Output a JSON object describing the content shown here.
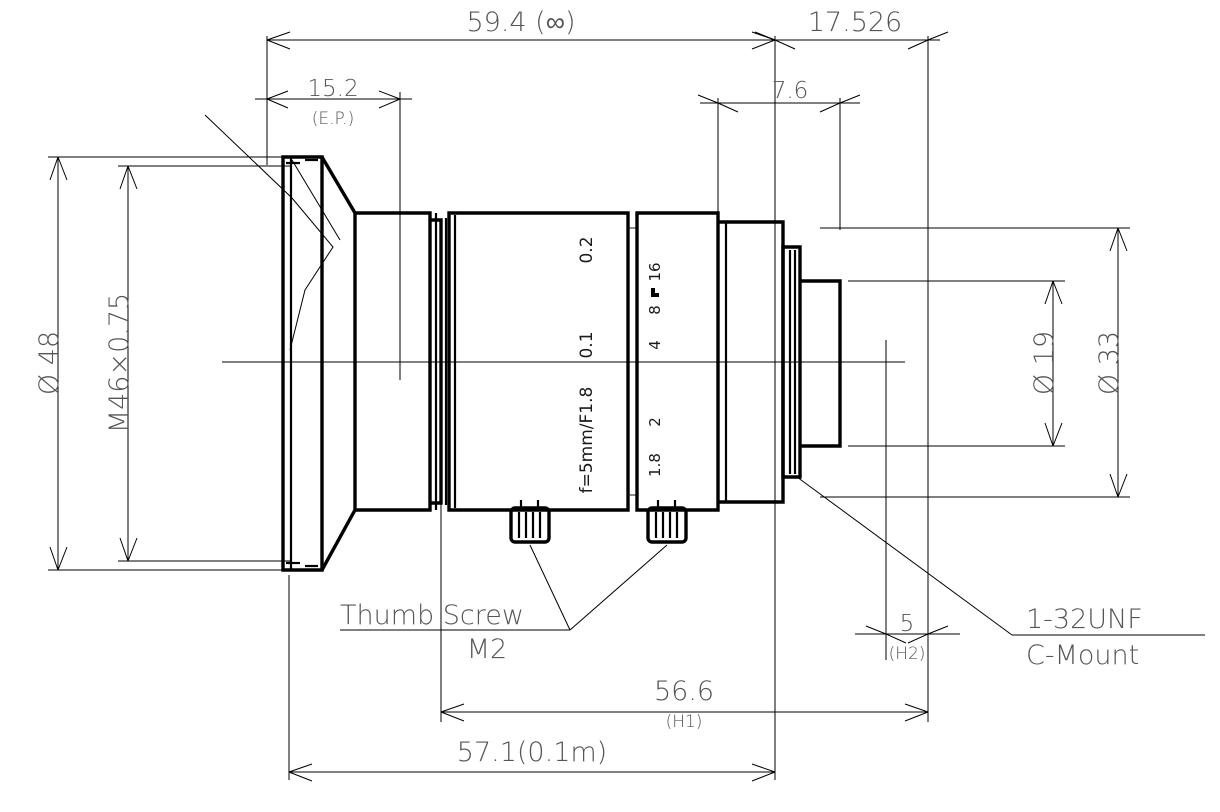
{
  "drawing": {
    "title": "C-Mount Machine Vision Lens Outline Drawing",
    "type": "mechanical-outline-drawing",
    "units": "mm",
    "line_color": "#000000",
    "text_color": "#555555",
    "background": "#ffffff"
  },
  "dimensions": {
    "overall_infinity": "59.4 (∞)",
    "back_section": "17.526",
    "entrance_pupil": "15.2",
    "entrance_pupil_note": "(E.P.)",
    "flange_offset": "7.6",
    "front_thread": "M46×0.75",
    "front_diameter": "Ø 48",
    "rear_diameter": "Ø 33",
    "mount_diameter": "Ø 19",
    "mount_length": "5",
    "mount_length_note": "(H2)",
    "housing_length": "56.6",
    "housing_length_note": "(H1)",
    "overall_close_focus": "57.1(0.1m)"
  },
  "callouts": {
    "thumb_screw_line1": "Thumb Screw",
    "thumb_screw_line2": "M2",
    "mount_line1": "1-32UNF",
    "mount_line2": "C-Mount"
  },
  "barrel_markings": {
    "spec": "f=5mm/F1.8",
    "focus_scale": [
      "0.1",
      "0.2"
    ],
    "aperture_scale": [
      "1.8",
      "2",
      "4",
      "8",
      "16"
    ]
  }
}
